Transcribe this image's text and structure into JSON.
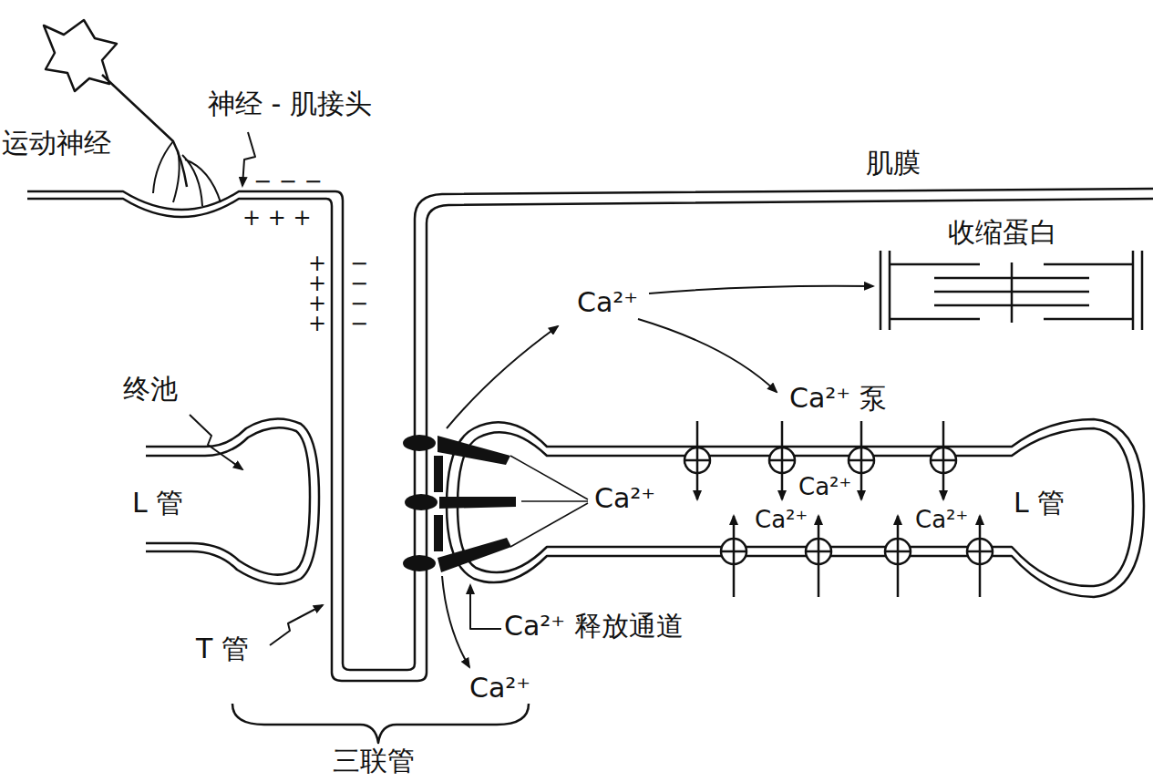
{
  "diagram": {
    "labels": [
      "神经 - 肌接头",
      "运动神经",
      "肌膜",
      "收缩蛋白",
      "− − −",
      "+ + +",
      "+ + + +",
      "− − − −",
      "Ca²⁺",
      "Ca²⁺ 泵",
      "终池",
      "L 管",
      "Ca²⁺",
      "Ca²⁺",
      "Ca²⁺",
      "Ca²⁺",
      "L 管",
      "Ca²⁺ 释放通道",
      "T 管",
      "Ca²⁺",
      "三联管"
    ]
  }
}
